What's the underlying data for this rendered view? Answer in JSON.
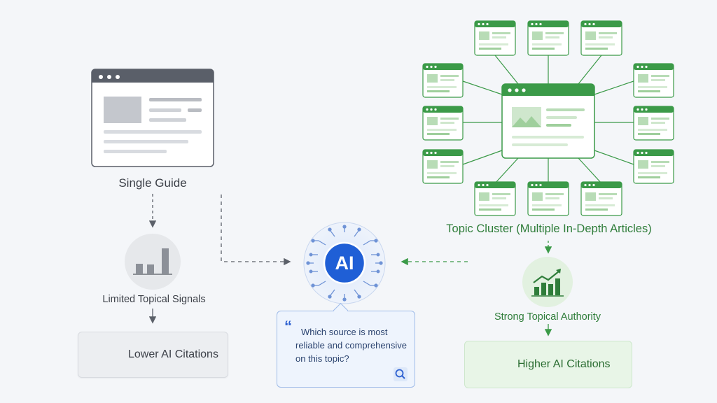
{
  "left": {
    "title": "Single Guide",
    "signal_label": "Limited Topical Signals",
    "result_label": "Lower AI Citations"
  },
  "center": {
    "ai_badge": "AI",
    "query": "Which source is most reliable and comprehensive on this topic?",
    "query_lines": [
      "Which source is most",
      "reliable and comprehensive",
      "on this topic?"
    ]
  },
  "right": {
    "title": "Topic Cluster (Multiple In-Depth Articles)",
    "signal_label": "Strong Topical Authority",
    "result_label": "Higher AI Citations"
  },
  "colors": {
    "background": "#f4f6f9",
    "green": "#3b9a48",
    "gray_window": "#5a5f69",
    "ai_blue": "#1f5fd6"
  },
  "icons": {
    "left_signal": "bar-chart-low-icon",
    "left_result": "head-question-icon",
    "right_signal": "bar-chart-growth-icon",
    "right_result": "target-bullseye-icon",
    "query_search": "search-icon",
    "query_quote": "quote-icon",
    "ai_hub": "ai-network-icon"
  }
}
